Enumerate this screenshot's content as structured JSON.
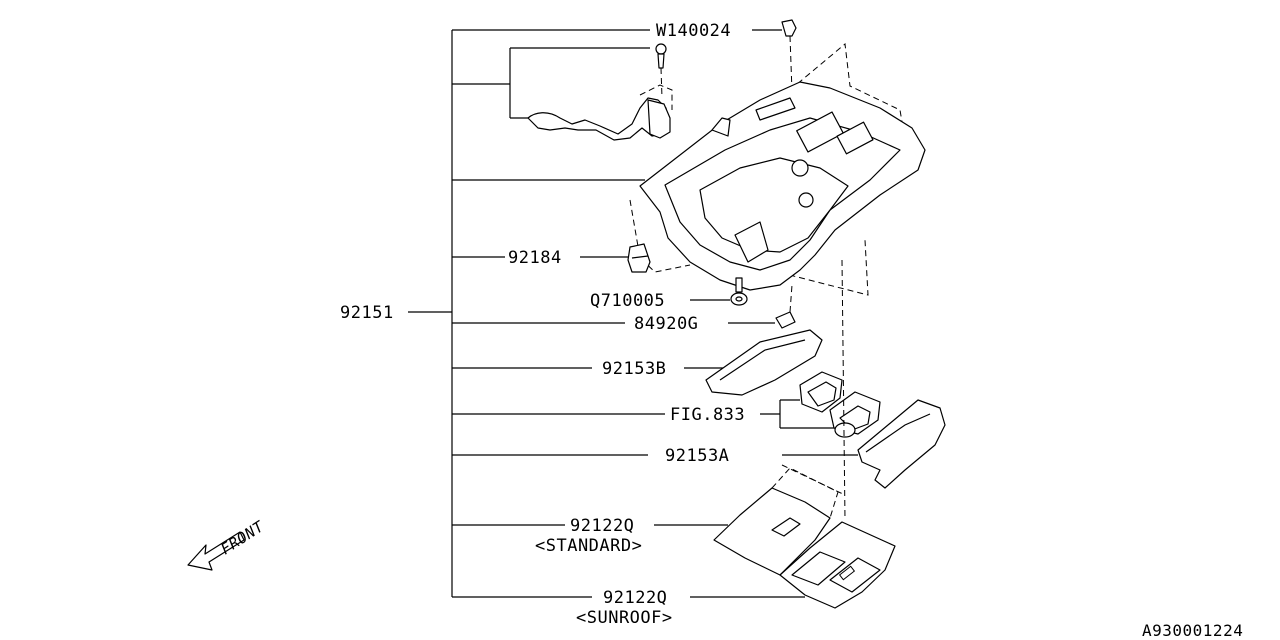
{
  "diagram": {
    "main_assembly": "92151",
    "labels": {
      "w140024": "W140024",
      "p92184": "92184",
      "q710005": "Q710005",
      "p84920g": "84920G",
      "p92153b": "92153B",
      "fig833": "FIG.833",
      "p92153a": "92153A",
      "p92122q_std": "92122Q",
      "standard": "<STANDARD>",
      "p92122q_sun": "92122Q",
      "sunroof": "<SUNROOF>"
    },
    "front_label": "FRONT",
    "drawing_number": "A930001224"
  }
}
